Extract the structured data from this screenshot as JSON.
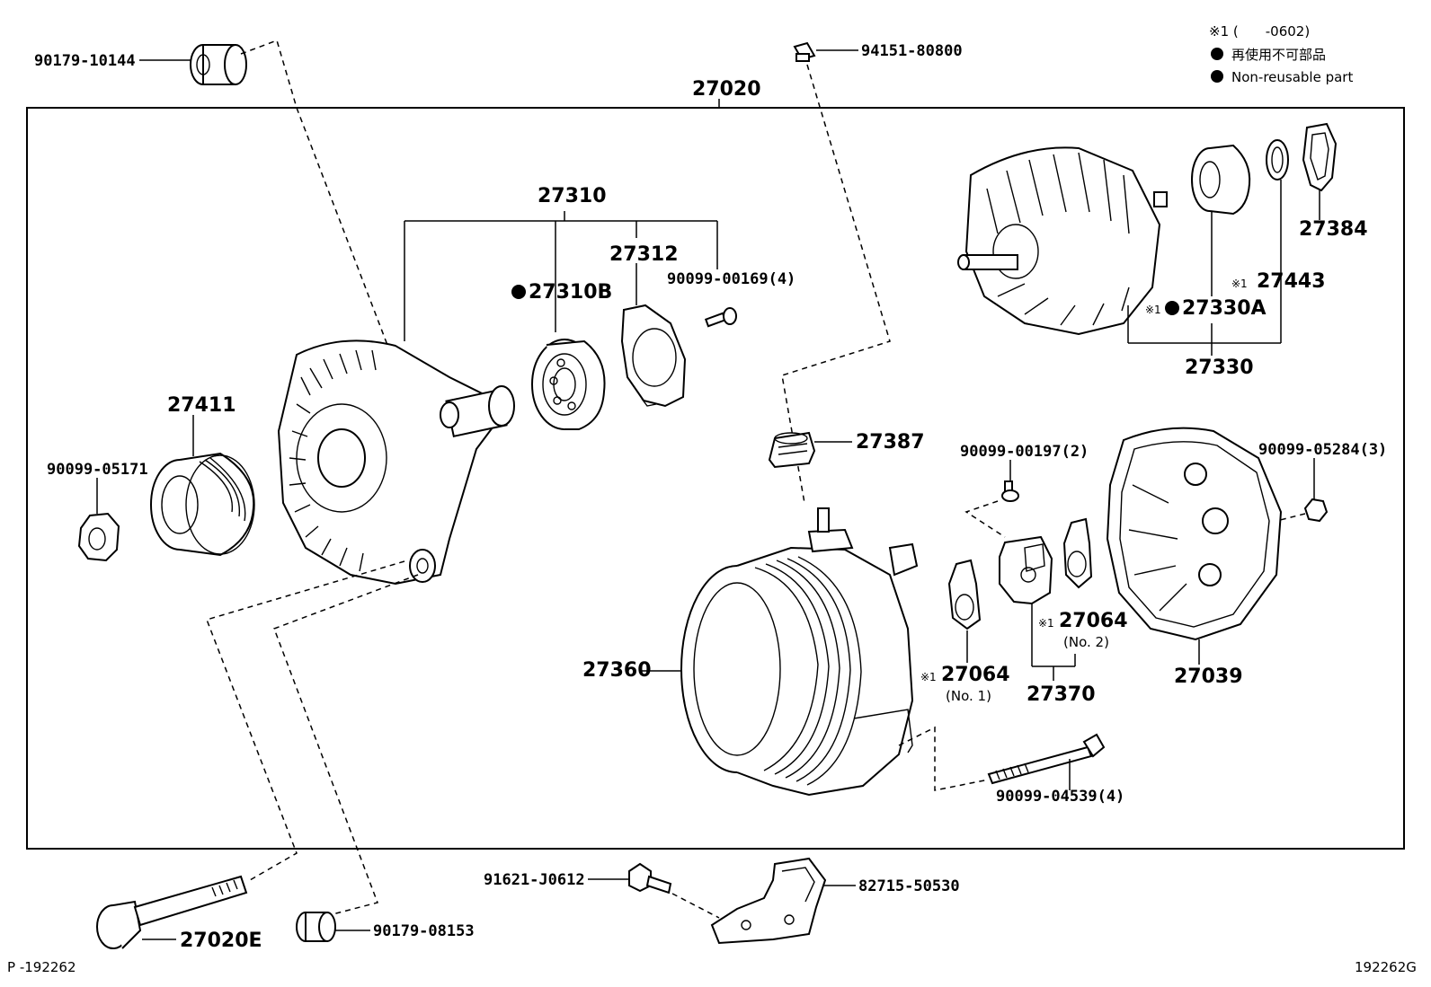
{
  "legend": {
    "note_code": "※1 (　　-0602)",
    "nonreusable_jp": "再使用不可部品",
    "nonreusable_en": "Non-reusable part"
  },
  "footer": {
    "left_code": "P -192262",
    "right_code": "192262G"
  },
  "parts": {
    "p90179_10144": "90179-10144",
    "p94151_80800": "94151-80800",
    "p27020": "27020",
    "p27310": "27310",
    "p27310B": "27310B",
    "p27312": "27312",
    "p90099_00169": "90099-00169(4)",
    "p27411": "27411",
    "p90099_05171": "90099-05171",
    "p27387": "27387",
    "p27384": "27384",
    "p27443": "27443",
    "p27330A": "27330A",
    "p27330": "27330",
    "p90099_00197": "90099-00197(2)",
    "p90099_05284": "90099-05284(3)",
    "p27360": "27360",
    "p27064_1": "27064",
    "p27064_1_sub": "(No. 1)",
    "p27064_2": "27064",
    "p27064_2_sub": "(No. 2)",
    "p27370": "27370",
    "p27039": "27039",
    "p90099_04539": "90099-04539(4)",
    "p91621_J0612": "91621-J0612",
    "p82715_50530": "82715-50530",
    "p27020E": "27020E",
    "p90179_08153": "90179-08153",
    "mark_note": "※1"
  }
}
